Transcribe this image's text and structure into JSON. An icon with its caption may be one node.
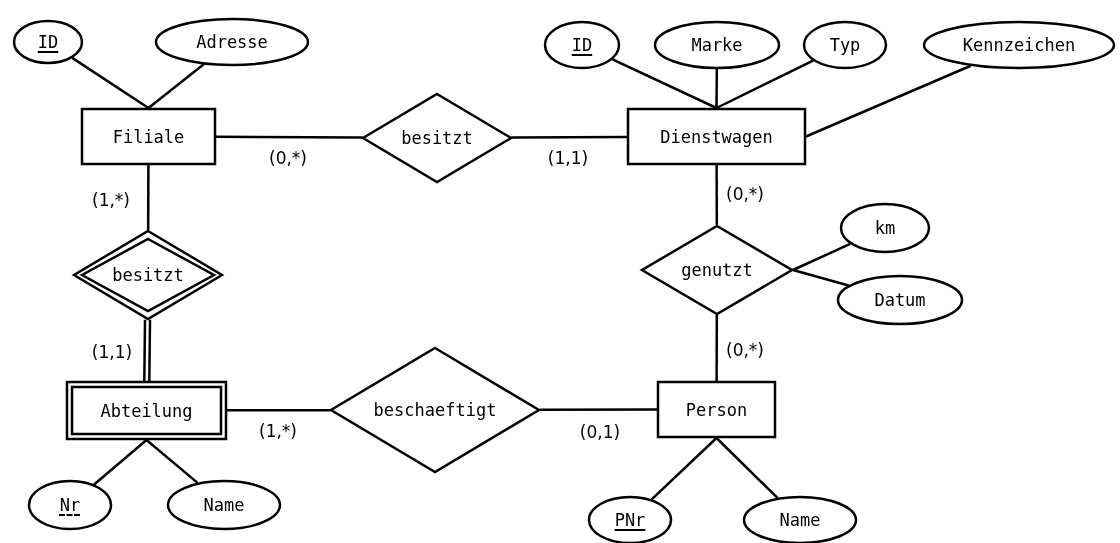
{
  "diagram": {
    "nodes": [
      {
        "text": [
          "ID"
        ]
      },
      {
        "text": [
          "Adresse"
        ]
      },
      {
        "text": [
          "ID"
        ]
      },
      {
        "text": [
          "Marke"
        ]
      },
      {
        "text": [
          "Typ"
        ]
      },
      {
        "text": [
          "Kennzeichen"
        ]
      },
      {
        "text": [
          "Filiale"
        ]
      },
      {
        "text": [
          "besitzt"
        ]
      },
      {
        "text": [
          "Dienstwagen"
        ]
      },
      {
        "text": [
          "besitzt"
        ]
      },
      {
        "text": [
          "genutzt"
        ]
      },
      {
        "text": [
          "km"
        ]
      },
      {
        "text": [
          "Datum"
        ]
      },
      {
        "text": [
          "Abteilung"
        ]
      },
      {
        "text": [
          "beschaeftigt"
        ]
      },
      {
        "text": [
          "Person"
        ]
      },
      {
        "text": [
          "Nr"
        ]
      },
      {
        "text": [
          "Name"
        ]
      },
      {
        "text": [
          "PNr"
        ]
      },
      {
        "text": [
          "Name"
        ]
      }
    ],
    "edges": [
      {
        "from": 0,
        "to": 6,
        "arrow": "none"
      },
      {
        "from": 1,
        "to": 6,
        "arrow": "none"
      },
      {
        "from": 2,
        "to": 8,
        "arrow": "none"
      },
      {
        "from": 3,
        "to": 8,
        "arrow": "none"
      },
      {
        "from": 4,
        "to": 8,
        "arrow": "none"
      },
      {
        "from": 5,
        "to": 8,
        "arrow": "none"
      },
      {
        "from": 6,
        "to": 7,
        "arrow": "none",
        "label": "(0,*)"
      },
      {
        "from": 7,
        "to": 8,
        "arrow": "none",
        "label": "(1,1)"
      },
      {
        "from": 6,
        "to": 9,
        "arrow": "none",
        "label": "(1,*)"
      },
      {
        "from": 9,
        "to": 13,
        "arrow": "none",
        "label": "(1,1)"
      },
      {
        "from": 8,
        "to": 10,
        "arrow": "none",
        "label": "(0,*)"
      },
      {
        "from": 10,
        "to": 15,
        "arrow": "none",
        "label": "(0,*)"
      },
      {
        "from": 10,
        "to": 11,
        "arrow": "none"
      },
      {
        "from": 10,
        "to": 12,
        "arrow": "none"
      },
      {
        "from": 13,
        "to": 14,
        "arrow": "none",
        "label": "(1,*)"
      },
      {
        "from": 14,
        "to": 15,
        "arrow": "none",
        "label": "(0,1)"
      },
      {
        "from": 13,
        "to": 16,
        "arrow": "none"
      },
      {
        "from": 13,
        "to": 17,
        "arrow": "none"
      },
      {
        "from": 15,
        "to": 18,
        "arrow": "none"
      },
      {
        "from": 15,
        "to": 19,
        "arrow": "none"
      }
    ]
  }
}
